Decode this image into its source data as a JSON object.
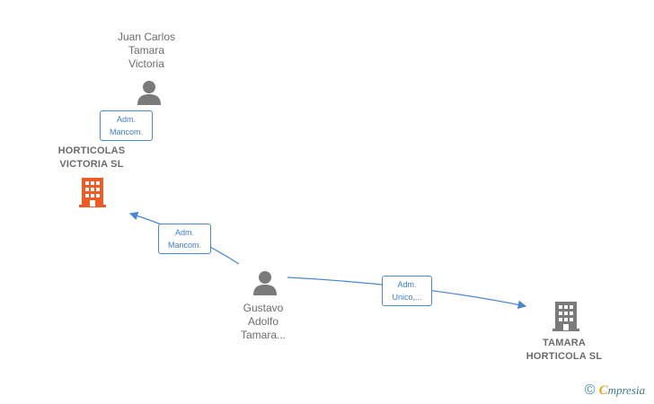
{
  "people": [
    {
      "id": "person-juan",
      "name": "Juan Carlos\nTamara\nVictoria"
    },
    {
      "id": "person-gustavo",
      "name": "Gustavo\nAdolfo\nTamara..."
    }
  ],
  "companies": [
    {
      "id": "company-horticolas",
      "name": "HORTICOLAS\nVICTORIA  SL",
      "color": "#f05a24"
    },
    {
      "id": "company-tamara",
      "name": "TAMARA\nHORTICOLA  SL",
      "color": "#7a7a7a"
    }
  ],
  "edges": [
    {
      "from": "person-juan",
      "to": "company-horticolas",
      "label": "Adm.\nMancom."
    },
    {
      "from": "person-gustavo",
      "to": "company-horticolas",
      "label": "Adm.\nMancom."
    },
    {
      "from": "person-gustavo",
      "to": "company-tamara",
      "label": "Adm.\nUnico,..."
    }
  ],
  "colors": {
    "edge": "#4a86d1",
    "person_icon": "#7a7a7a"
  },
  "brand": {
    "copyright": "©",
    "initial": "C",
    "name": "mpresia"
  }
}
